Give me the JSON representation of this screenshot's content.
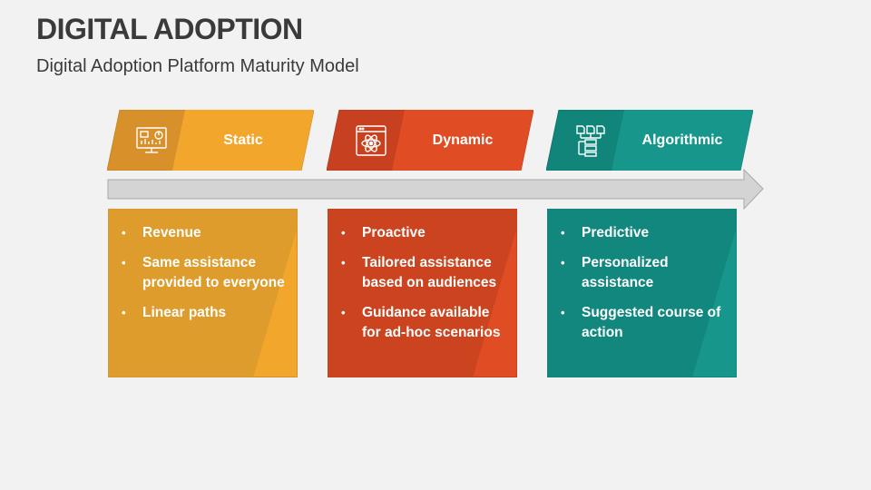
{
  "title": "DIGITAL ADOPTION",
  "subtitle": "Digital Adoption Platform Maturity Model",
  "colors": {
    "static": "#f2a72c",
    "static_dark": "#d8902a",
    "dynamic": "#e04c23",
    "dynamic_dark": "#c7401f",
    "algorithmic": "#17968b",
    "algorithmic_dark": "#12857b",
    "arrow": "#d4d4d4"
  },
  "stages": [
    {
      "label": "Static",
      "icon": "dashboard-monitor-icon",
      "items": [
        "Revenue",
        "Same assistance provided to everyone",
        "Linear paths"
      ]
    },
    {
      "label": "Dynamic",
      "icon": "atom-browser-icon",
      "items": [
        "Proactive",
        "Tailored assistance based on audiences",
        "Guidance available for ad-hoc scenarios"
      ]
    },
    {
      "label": "Algorithmic",
      "icon": "flowchart-icon",
      "items": [
        "Predictive",
        "Personalized assistance",
        "Suggested course of action"
      ]
    }
  ]
}
